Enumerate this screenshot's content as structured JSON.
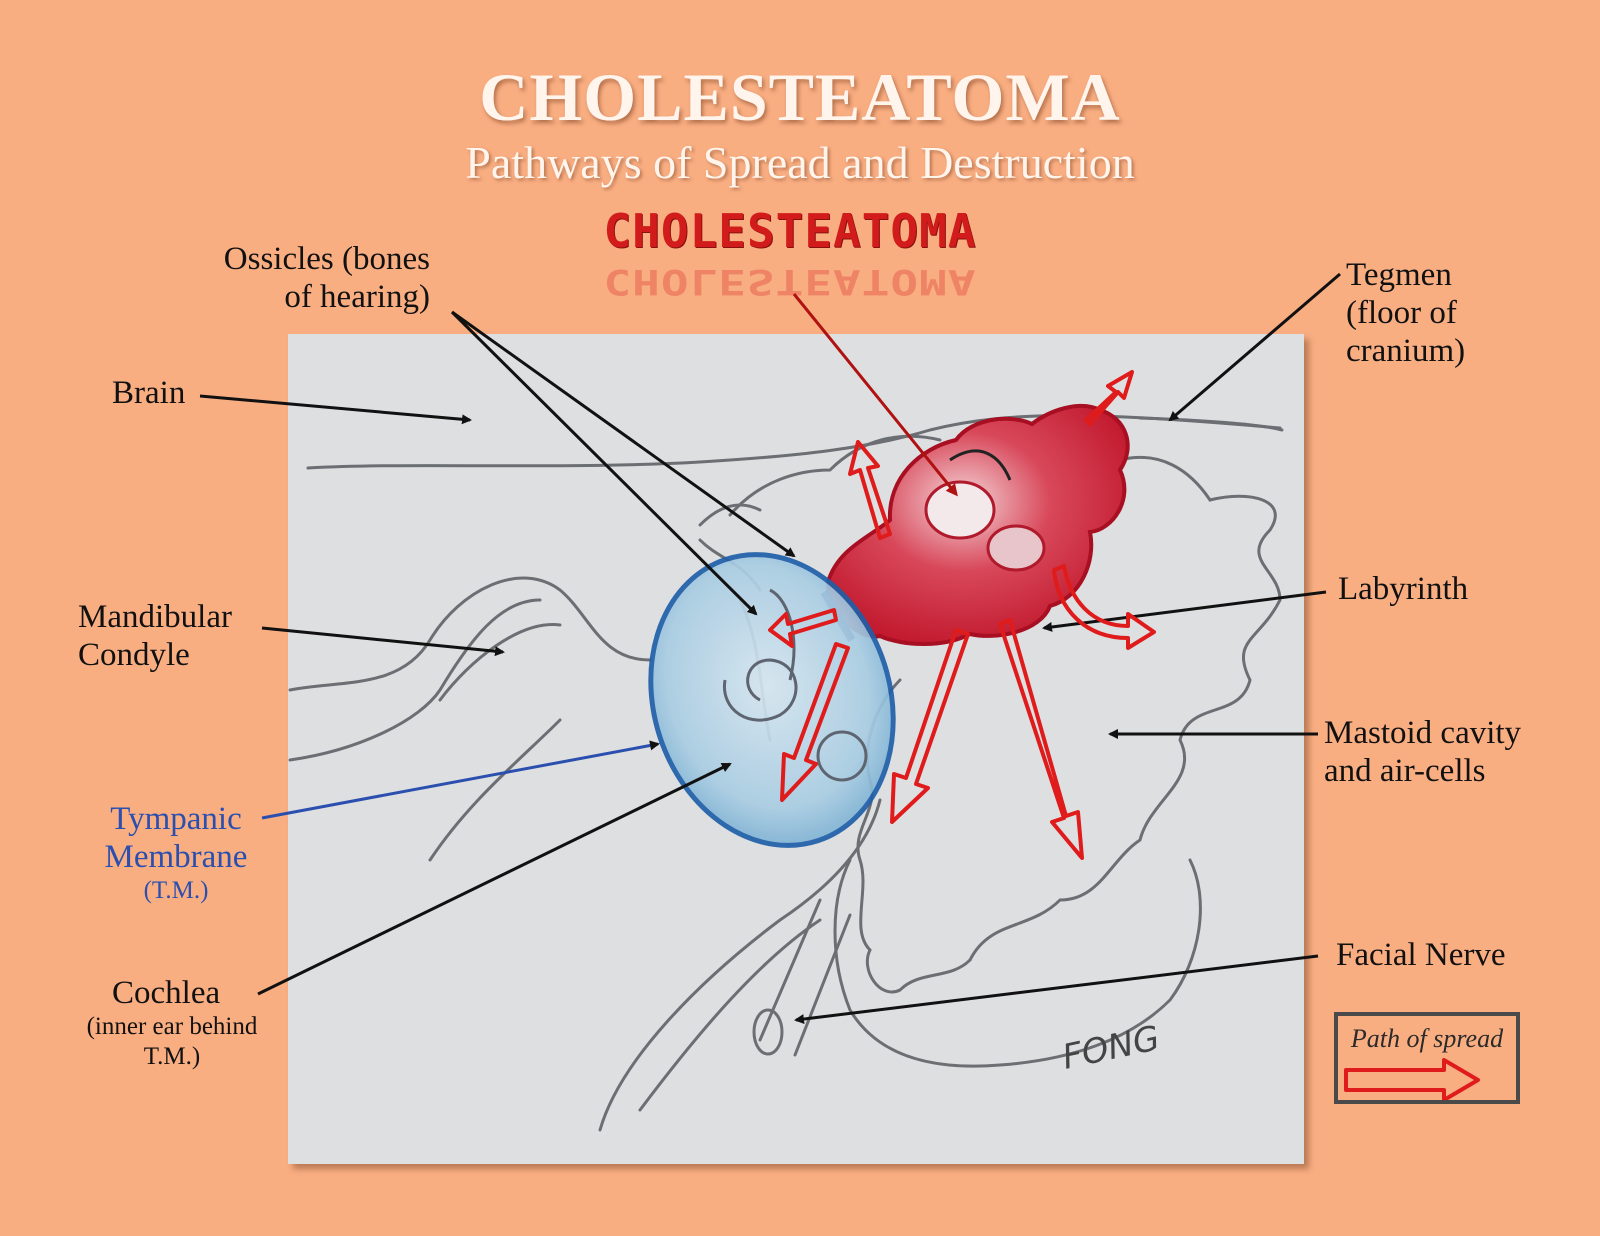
{
  "title": "CHOLESTEATOMA",
  "subtitle": "Pathways of Spread and Destruction",
  "stylized_word": "CHOLESTEATOMA",
  "labels": {
    "ossicles_line1": "Ossicles (bones",
    "ossicles_line2": "of hearing)",
    "brain": "Brain",
    "tegmen_line1": "Tegmen",
    "tegmen_line2": "(floor of",
    "tegmen_line3": "cranium)",
    "mandibular_line1": "Mandibular",
    "mandibular_line2": "Condyle",
    "labyrinth": "Labyrinth",
    "mastoid_line1": "Mastoid cavity",
    "mastoid_line2": "and air-cells",
    "tympanic_line1": "Tympanic",
    "tympanic_line2": "Membrane",
    "tympanic_abbr": "(T.M.)",
    "cochlea": "Cochlea",
    "cochlea_sub1": "(inner ear behind",
    "cochlea_sub2": "T.M.)",
    "facial_nerve": "Facial Nerve"
  },
  "legend": {
    "label": "Path of spread"
  },
  "signature": "FONG",
  "colors": {
    "background": "#F9AE82",
    "panel": "#DEDFE1",
    "cholesteatoma_red": "#D21C1C",
    "tympanic_blue": "#2B4FAE",
    "spread_arrow": "#E01B1B"
  }
}
